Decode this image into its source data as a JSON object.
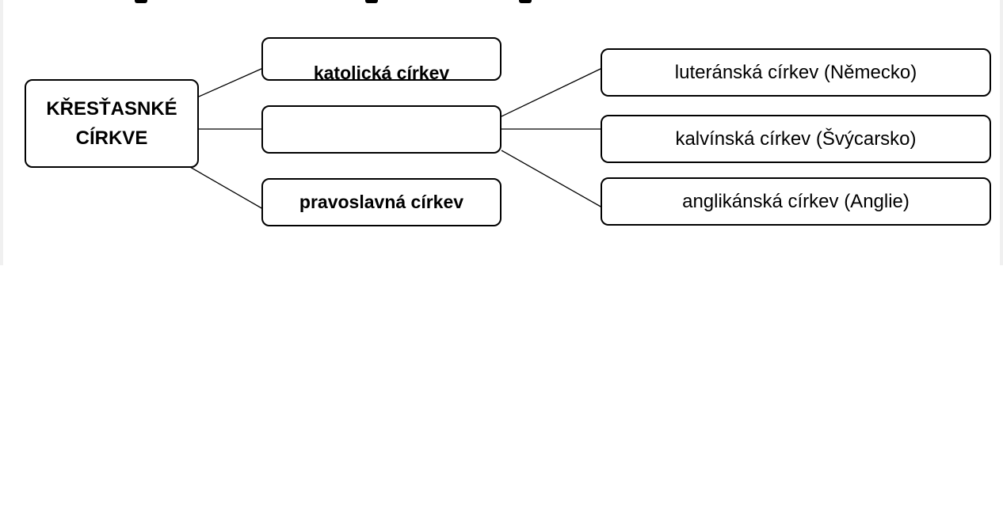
{
  "diagram": {
    "root": "KŘESŤASNKÉ\nCÍRKVE",
    "branches": {
      "catholic": "katolická církev",
      "middle": "",
      "orthodox": "pravoslavná církev"
    },
    "protestant": {
      "lutheran": "luteránská církev (Německo)",
      "calvinist": "kalvínská církev (Švýcarsko)",
      "anglican": "anglikánská církev (Anglie)"
    }
  }
}
